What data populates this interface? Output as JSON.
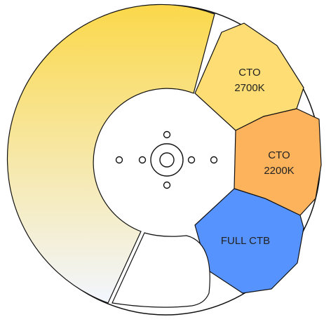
{
  "wheel": {
    "gradient_top_color": "#fbd84a",
    "gradient_bottom_color": "#f2f6ff",
    "outline_color": "#111111",
    "filters": [
      {
        "id": "cto-2700k",
        "line1": "CTO",
        "line2": "2700K",
        "color": "#fddd74"
      },
      {
        "id": "cto-2200k",
        "line1": "CTO",
        "line2": "2200K",
        "color": "#fdb25c"
      },
      {
        "id": "full-ctb",
        "line1": "FULL CTB",
        "line2": "",
        "color": "#5793fe"
      }
    ]
  }
}
